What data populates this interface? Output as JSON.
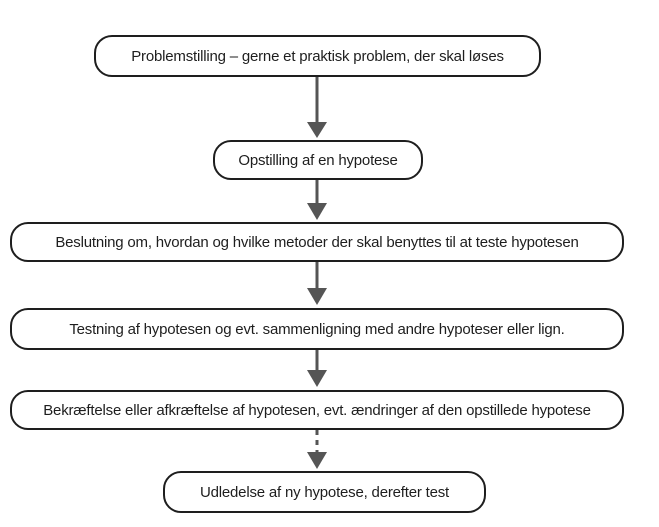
{
  "diagram": {
    "steps": [
      {
        "id": "problem",
        "label": "Problemstilling – gerne et praktisk problem, der skal løses"
      },
      {
        "id": "hypothesis",
        "label": "Opstilling af en hypotese"
      },
      {
        "id": "method",
        "label": "Beslutning om, hvordan og hvilke metoder der skal benyttes til at teste hypotesen"
      },
      {
        "id": "testing",
        "label": "Testning af hypotesen og evt. sammenligning med andre hypoteser eller lign."
      },
      {
        "id": "confirmation",
        "label": "Bekræftelse eller afkræftelse af hypotesen, evt. ændringer af den opstillede hypotese"
      },
      {
        "id": "new-hypothesis",
        "label": "Udledelse af ny hypotese, derefter test"
      }
    ],
    "edges": [
      {
        "from": "problem",
        "to": "hypothesis",
        "style": "solid"
      },
      {
        "from": "hypothesis",
        "to": "method",
        "style": "solid"
      },
      {
        "from": "method",
        "to": "testing",
        "style": "solid"
      },
      {
        "from": "testing",
        "to": "confirmation",
        "style": "solid"
      },
      {
        "from": "confirmation",
        "to": "new-hypothesis",
        "style": "dashed"
      }
    ],
    "colors": {
      "box_border": "#1e1e1e",
      "arrow": "#555555",
      "text": "#1e1e1e"
    }
  }
}
